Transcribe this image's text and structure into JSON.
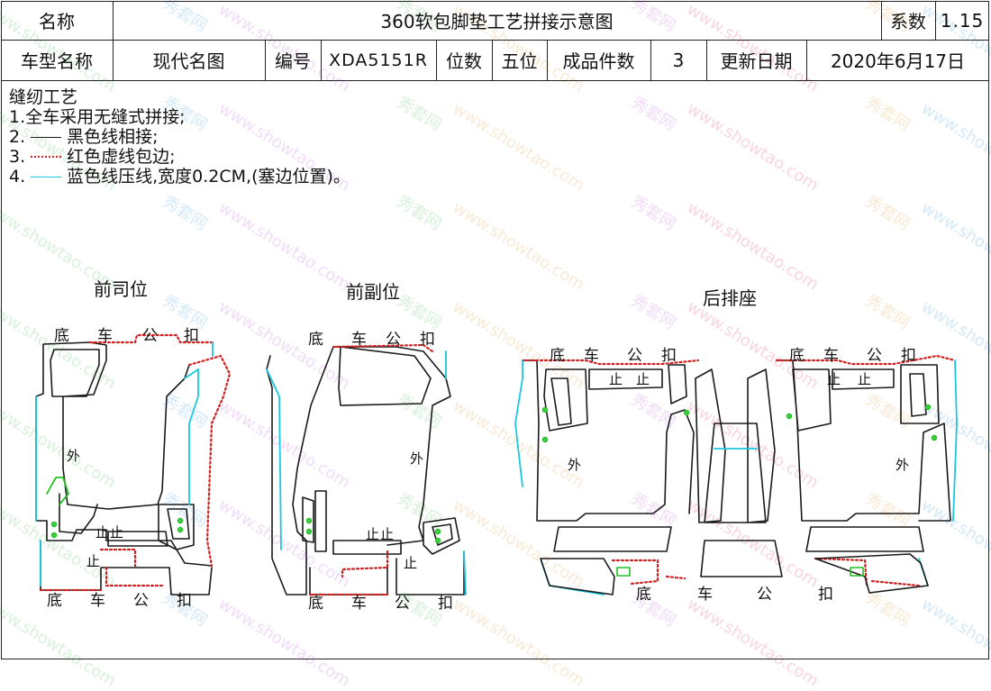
{
  "header": {
    "name_label": "名称",
    "title": "360软包脚垫工艺拼接示意图",
    "coef_label": "系数",
    "coef_value": "1.15",
    "model_label": "车型名称",
    "model_value": "现代名图",
    "code_label": "编号",
    "code_value": "XDA5151R",
    "seats_label": "位数",
    "seats_value": "五位",
    "pieces_label": "成品件数",
    "pieces_value": "3",
    "date_label": "更新日期",
    "date_value": "2020年6月17日"
  },
  "notes": {
    "title": "缝纫工艺",
    "line1": "1.全车采用无缝式拼接;",
    "line2_num": "2.",
    "line2_text": "黑色线相接;",
    "line3_num": "3.",
    "line3_text": "红色虚线包边;",
    "line4_num": "4.",
    "line4_text": "蓝色线压线,宽度0.2CM,(塞边位置)。"
  },
  "colors": {
    "black_seam": "#1a1a1a",
    "red_dashed": "#d22020",
    "cyan_line": "#18c8e0",
    "green_marker": "#22c022"
  },
  "panels": {
    "front_driver": {
      "title": "前司位",
      "top_labels": [
        "底",
        "车",
        "公",
        "扣"
      ],
      "bottom_labels": [
        "底",
        "车",
        "公",
        "扣"
      ],
      "outer": "外",
      "stops": [
        "止",
        "止",
        "止"
      ]
    },
    "front_passenger": {
      "title": "前副位",
      "top_labels": [
        "底",
        "车",
        "公",
        "扣"
      ],
      "bottom_labels": [
        "底",
        "车",
        "公",
        "扣"
      ],
      "outer": "外",
      "stops": [
        "止",
        "止",
        "止"
      ]
    },
    "rear": {
      "title": "后排座",
      "top_left_labels": [
        "底",
        "车",
        "公",
        "扣"
      ],
      "top_right_labels": [
        "底",
        "车",
        "公",
        "扣"
      ],
      "bottom_labels": [
        "底",
        "车",
        "公",
        "扣"
      ],
      "outer_left": "外",
      "outer_right": "外",
      "stops_left": [
        "止",
        "止"
      ],
      "stops_right": [
        "止",
        "止"
      ]
    }
  },
  "watermark": {
    "brand": "秀套网",
    "site": "www.showtao.com"
  }
}
